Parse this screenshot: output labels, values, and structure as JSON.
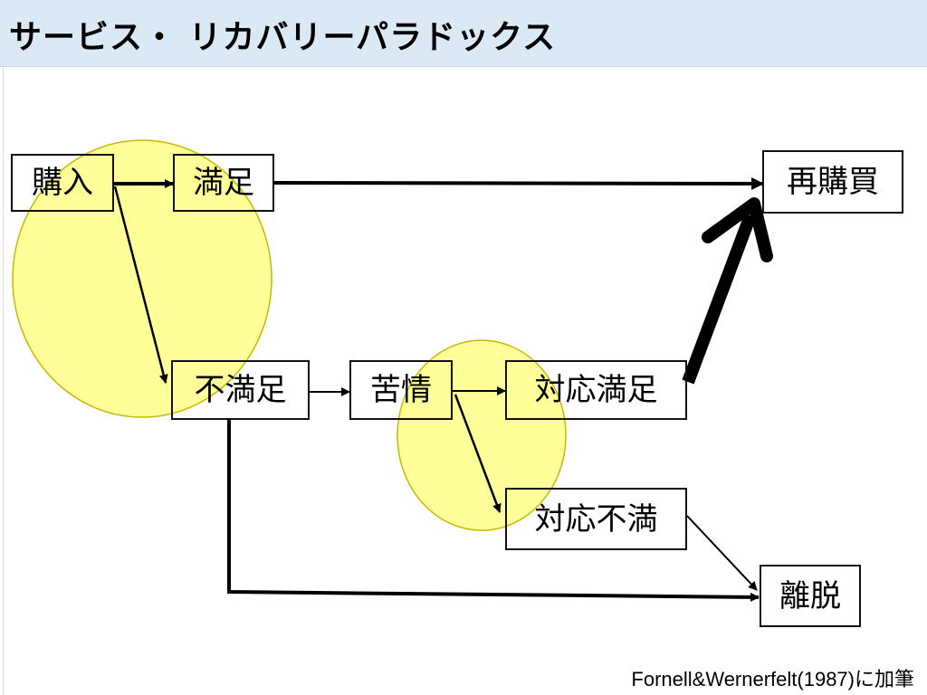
{
  "title": "サービス・ リカバリーパラドックス",
  "nodes": {
    "purchase": "購入",
    "satisfied": "満足",
    "repurchase": "再購買",
    "dissatisfied": "不満足",
    "complaint": "苦情",
    "response_satisfied": "対応満足",
    "response_dissatisfied": "対応不満",
    "defection": "離脱"
  },
  "citation": "Fornell&Wernerfelt(1987)に加筆",
  "colors": {
    "highlight_fill": "#ffff99",
    "highlight_stroke": "#c8b800",
    "title_bar": "#dbe9f5",
    "line": "#000000"
  }
}
